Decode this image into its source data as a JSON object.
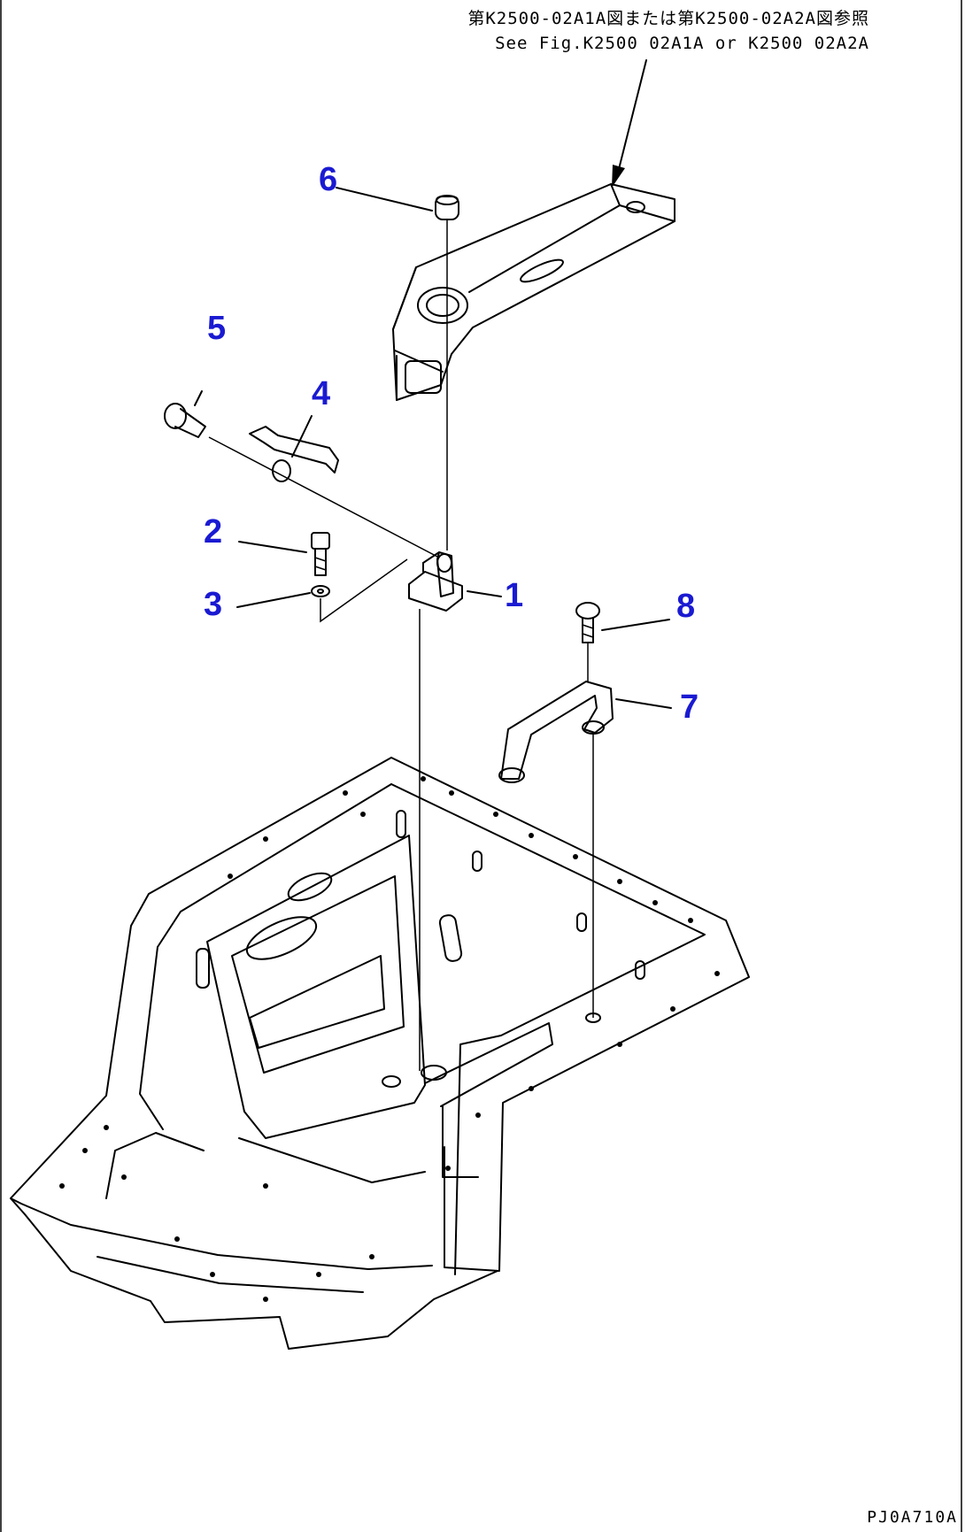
{
  "figure": {
    "reference_jp": "第K2500-02A1A図または第K2500-02A2A図参照",
    "reference_en": "See Fig.K2500 02A1A or K2500 02A2A",
    "drawing_code": "PJ0A710A"
  },
  "callouts": [
    {
      "id": "1",
      "label": "1"
    },
    {
      "id": "2",
      "label": "2"
    },
    {
      "id": "3",
      "label": "3"
    },
    {
      "id": "4",
      "label": "4"
    },
    {
      "id": "5",
      "label": "5"
    },
    {
      "id": "6",
      "label": "6"
    },
    {
      "id": "7",
      "label": "7"
    },
    {
      "id": "8",
      "label": "8"
    }
  ],
  "colors": {
    "callout_numbers": "#1a1ad2",
    "linework": "#000000",
    "background": "#ffffff"
  }
}
